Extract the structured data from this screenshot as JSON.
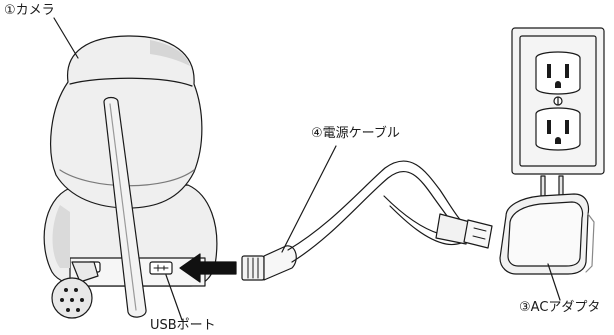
{
  "labels": {
    "camera": "①カメラ",
    "power_cable": "④電源ケーブル",
    "usb_port": "USBポート",
    "ac_adapter": "③ACアダプタ"
  },
  "colors": {
    "stroke": "#1a1a1a",
    "camera_fill": "#efefef",
    "camera_shade": "#cfcfcf",
    "outlet_fill": "#f4f4f4",
    "arrow": "#111111"
  },
  "icons": [
    "usb-icon",
    "arrow-right-icon"
  ]
}
